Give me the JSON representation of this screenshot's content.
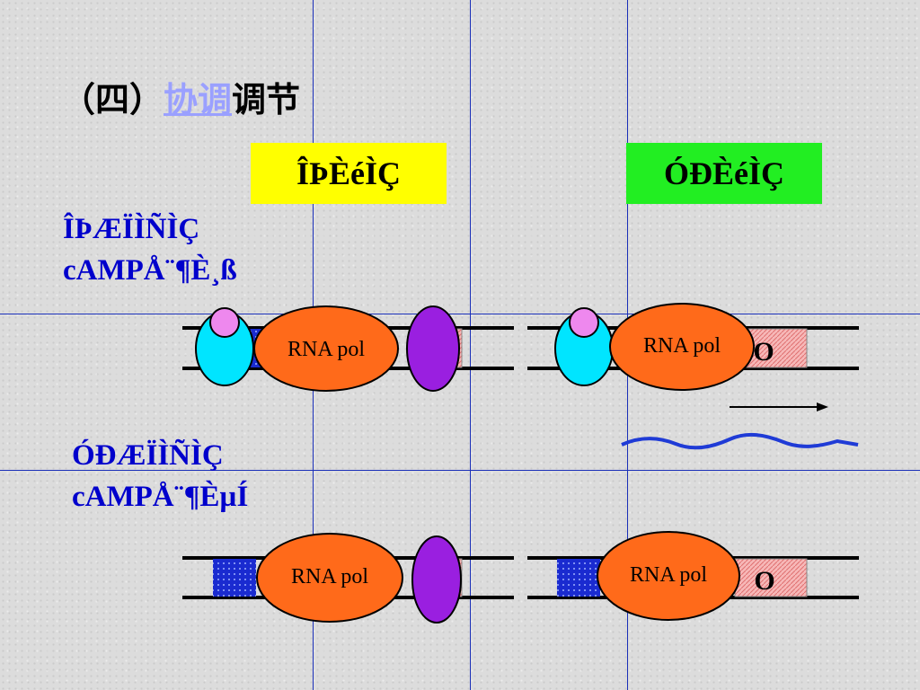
{
  "title": {
    "prefix": "（四）",
    "link": "协调",
    "suffix": "调节"
  },
  "boxes": {
    "left_label": "ÎÞÈéÌÇ",
    "right_label": "ÓÐÈéÌÇ"
  },
  "side_labels": {
    "top_line1": "ÎÞÆÏÌÑÌÇ",
    "top_line2": "cAMPÅ¨¶È¸ß",
    "bottom_line1": "ÓÐÆÏÌÑÌÇ",
    "bottom_line2": "cAMPÅ¨¶ÈµÍ"
  },
  "diagram": {
    "polymerase_label": "RNA pol",
    "operator_label": "O"
  },
  "colors": {
    "polymerase": "#ff6a1a",
    "repressor": "#9a1fe0",
    "cap_protein": "#00e5ff",
    "camp": "#ee88ee",
    "promoter": "#1a2bd0",
    "operator": "#f7b8b8",
    "mrna": "#1f3bd6",
    "grid": "#1a2fb8",
    "box_no_lactose": "#ffff00",
    "box_lactose": "#22ee22"
  }
}
